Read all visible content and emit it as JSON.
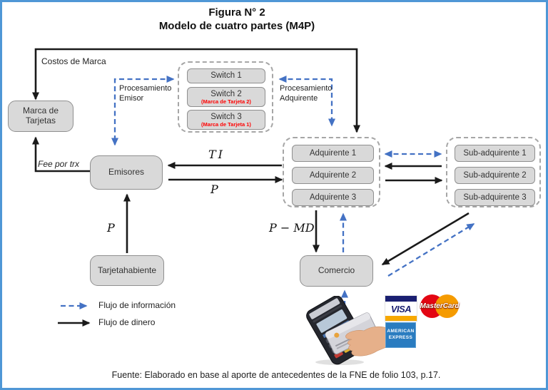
{
  "title": {
    "line1": "Figura N° 2",
    "line2": "Modelo de cuatro partes (M4P)"
  },
  "nodes": {
    "marca_tarjetas": "Marca de Tarjetas",
    "emisores": "Emisores",
    "tarjetahabiente": "Tarjetahabiente",
    "comercio": "Comercio",
    "switches": [
      {
        "label": "Switch 1",
        "sub": ""
      },
      {
        "label": "Switch 2",
        "sub": "(Marca de Tarjeta 2)"
      },
      {
        "label": "Switch 3",
        "sub": "(Marca de Tarjeta 1)"
      }
    ],
    "adquirentes": [
      "Adquirente 1",
      "Adquirente 2",
      "Adquirente 3"
    ],
    "sub_adquirentes": [
      "Sub-adquirente 1",
      "Sub-adquirente 2",
      "Sub-adquirente 3"
    ]
  },
  "flow_labels": {
    "costos_marca": "Costos de Marca",
    "procesamiento_emisor": "Procesamiento Emisor",
    "procesamiento_adquirente": "Procesamiento Adquirente",
    "fee_por_trx": "Fee por trx",
    "ti": "TI",
    "p_emisor_adquirente": "P",
    "p_tarjetahabiente": "P",
    "p_md": "P − MD"
  },
  "legend": {
    "info": "Flujo de información",
    "money": "Flujo de dinero"
  },
  "logos": {
    "visa": "VISA",
    "mastercard": "MasterCard",
    "amex": "AMERICAN EXPRESS"
  },
  "footer": "Fuente: Elaborado en base al aporte de antecedentes de la FNE de folio 103, p.17.",
  "colors": {
    "info_flow_blue": "#4472C4",
    "money_flow_black": "#1a1a1a",
    "node_fill": "#d9d9d9",
    "node_border": "#8f8f8f",
    "frame_blue": "#4F97D6",
    "switch_sub_red": "#FF0000",
    "visa_blue": "#1A1F71",
    "visa_gold": "#F7A800",
    "mastercard_red": "#E30613",
    "mastercard_orange": "#F59B00",
    "amex_blue": "#2A7CC0"
  }
}
